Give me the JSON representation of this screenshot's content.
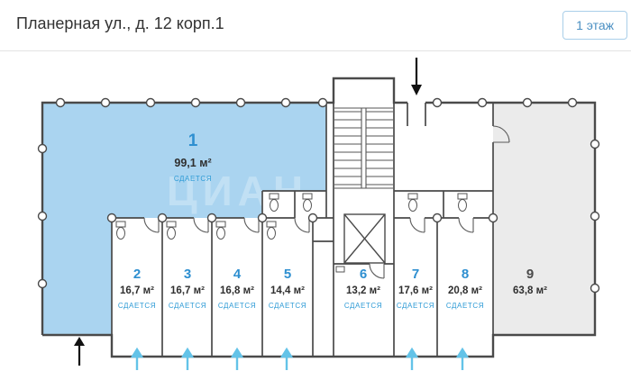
{
  "header": {
    "title": "Планерная ул., д. 12 корп.1",
    "floor_badge": "1 этаж"
  },
  "watermark": "ЦИАН",
  "colors": {
    "room_available_fill": "#aad4f0",
    "room_unavailable_fill": "#ebebeb",
    "accent_blue": "#2e8fd0",
    "status_blue": "#2e9bd6",
    "arrow_cyan": "#63c3e8",
    "wall": "#4a4a4a",
    "badge_border": "#a9cfe9",
    "badge_text": "#4a8fc2"
  },
  "rooms": [
    {
      "number": "1",
      "area": "99,1 м²",
      "status": "СДАЕТСЯ"
    },
    {
      "number": "2",
      "area": "16,7 м²",
      "status": "СДАЕТСЯ"
    },
    {
      "number": "3",
      "area": "16,7 м²",
      "status": "СДАЕТСЯ"
    },
    {
      "number": "4",
      "area": "16,8 м²",
      "status": "СДАЕТСЯ"
    },
    {
      "number": "5",
      "area": "14,4 м²",
      "status": "СДАЕТСЯ"
    },
    {
      "number": "6",
      "area": "13,2 м²",
      "status": "СДАЕТСЯ"
    },
    {
      "number": "7",
      "area": "17,6 м²",
      "status": "СДАЕТСЯ"
    },
    {
      "number": "8",
      "area": "20,8 м²",
      "status": "СДАЕТСЯ"
    },
    {
      "number": "9",
      "area": "63,8 м²",
      "status": ""
    }
  ]
}
